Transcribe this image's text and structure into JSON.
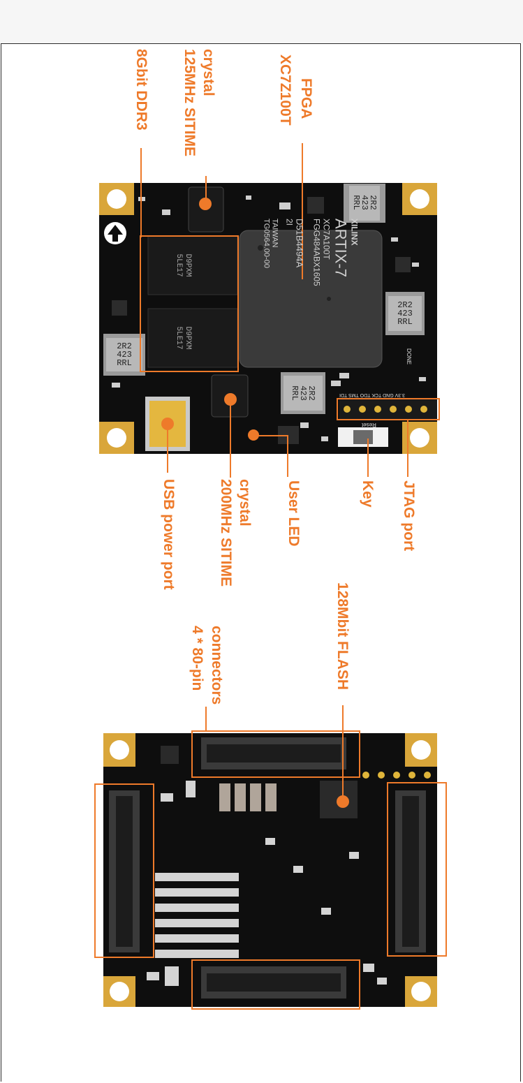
{
  "labels": {
    "ddr3": "8Gbit DDR3",
    "crystal125_1": "crystal",
    "crystal125_2": "125MHz SITIME",
    "fpga_1": "FPGA",
    "fpga_2": "XC7Z100T",
    "usb": "USB power port",
    "crystal200_1": "crystal",
    "crystal200_2": "200MHz SITIME",
    "userled": "User LED",
    "key": "Key",
    "jtag": "JTAG port",
    "flash": "128Mbit FLASH",
    "connectors_1": "connectors",
    "connectors_2": "4 * 80-pin"
  },
  "chip": {
    "brand": "XILINX",
    "family": "ARTIX-7",
    "part": "XC7A100T",
    "package": "FGG484ABX1605",
    "lot": "D51B4494A",
    "grade": "2I",
    "country": "TAIWAN",
    "code": "TG0564.00-00"
  },
  "silk": {
    "inductor": [
      "2R2",
      "423",
      "RRL"
    ],
    "ddr": [
      "D9PXM",
      "5LE17"
    ],
    "reset": "Reset",
    "done": "DONE",
    "jtag_pins": "3.3V GND TCK TDO TMS TDI"
  },
  "colors": {
    "accent": "#ee7a2a",
    "pcb": "#111111",
    "gold": "#d9a63a"
  }
}
